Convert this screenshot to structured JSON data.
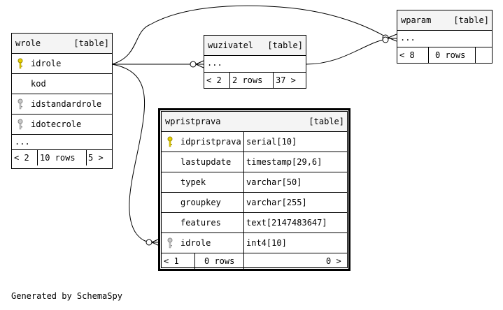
{
  "footer_text": "Generated by SchemaSpy",
  "tables": {
    "wrole": {
      "name": "wrole",
      "kind": "[table]",
      "columns": [
        {
          "name": "idrole",
          "key": "primary"
        },
        {
          "name": "kod",
          "key": ""
        },
        {
          "name": "idstandardrole",
          "key": "foreign"
        },
        {
          "name": "idotecrole",
          "key": "foreign"
        }
      ],
      "more": "...",
      "parents": "< 2",
      "rows": "10 rows",
      "children": "5 >"
    },
    "wuzivatel": {
      "name": "wuzivatel",
      "kind": "[table]",
      "more": "...",
      "parents": "< 2",
      "rows": "2 rows",
      "children": "37 >"
    },
    "wparam": {
      "name": "wparam",
      "kind": "[table]",
      "more": "...",
      "parents": "< 8",
      "rows": "0 rows",
      "children": ""
    },
    "wpristprava": {
      "name": "wpristprava",
      "kind": "[table]",
      "columns": [
        {
          "name": "idpristprava",
          "type": "serial[10]",
          "key": "primary"
        },
        {
          "name": "lastupdate",
          "type": "timestamp[29,6]",
          "key": ""
        },
        {
          "name": "typek",
          "type": "varchar[50]",
          "key": ""
        },
        {
          "name": "groupkey",
          "type": "varchar[255]",
          "key": ""
        },
        {
          "name": "features",
          "type": "text[2147483647]",
          "key": ""
        },
        {
          "name": "idrole",
          "type": "int4[10]",
          "key": "foreign"
        }
      ],
      "parents": "< 1",
      "rows": "0 rows",
      "children": "0 >"
    }
  },
  "relationships": [
    {
      "from": "wuzivatel",
      "to": "wrole.idrole"
    },
    {
      "from": "wparam",
      "to": "wrole.idrole"
    },
    {
      "from": "wparam",
      "to": "wuzivatel"
    },
    {
      "from": "wpristprava.idrole",
      "to": "wrole.idrole"
    }
  ],
  "colors": {
    "primary_key": "#e8d000",
    "foreign_key": "#a0a0a0",
    "header_bg": "#f4f4f4"
  }
}
